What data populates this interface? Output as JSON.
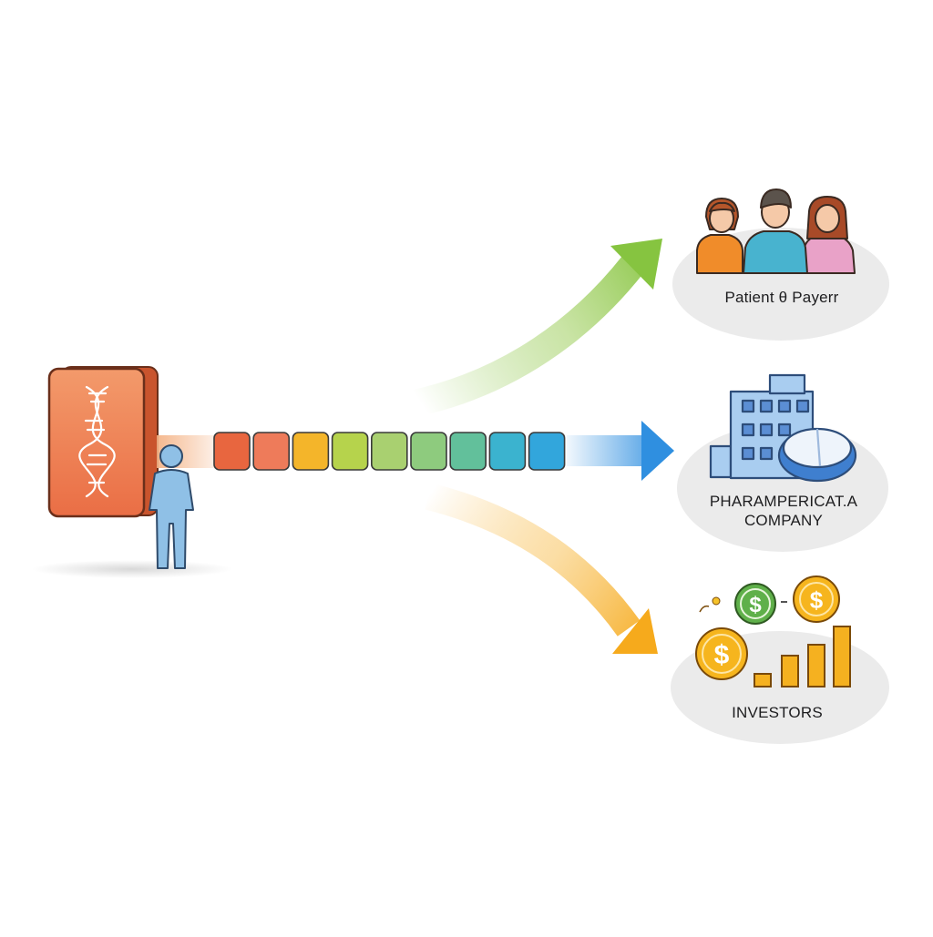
{
  "nodes": {
    "patient_payer": {
      "label": "Patient θ Payerr"
    },
    "pharma": {
      "line1": "PHARAMPERICAT.A",
      "line2": "COMPANY"
    },
    "investors": {
      "label": "INVESTORS"
    }
  },
  "icons": {
    "source": "dna-block-icon",
    "person": "person-icon",
    "people": "people-group-icon",
    "building": "office-building-icon",
    "pill": "pill-icon",
    "coins": "dollar-coin-icon",
    "bars": "bar-chart-icon"
  },
  "colors": {
    "block": "#ef7b4e",
    "person": "#7fb6df",
    "arrow_green": "#86c440",
    "arrow_blue": "#2f8fe0",
    "arrow_orange": "#f6aa1c",
    "coin_gold": "#f6b51e",
    "coin_green": "#5fb04a",
    "bar_gold": "#f5b120"
  },
  "pipeline_segments": [
    "#e8663f",
    "#ee7b5a",
    "#f4b52a",
    "#b6d34c",
    "#a9d070",
    "#8ecb7e",
    "#62c09b",
    "#3bb3cf",
    "#32a6dc"
  ]
}
